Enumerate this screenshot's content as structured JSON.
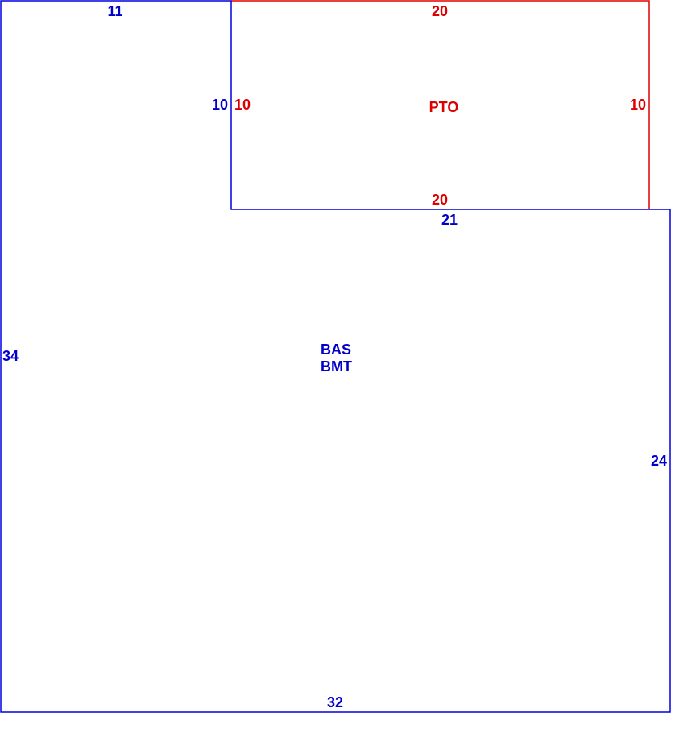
{
  "colors": {
    "bas": "#0000dd",
    "pto": "#dd0000"
  },
  "areas": [
    {
      "code": "BAS",
      "code2": "BMT",
      "dimensions": {
        "top": "11",
        "inner_left": "10",
        "inner_top": "21",
        "right": "24",
        "bottom": "32",
        "left": "34"
      }
    },
    {
      "code": "PTO",
      "dimensions": {
        "top": "20",
        "left": "10",
        "right": "10",
        "bottom": "20"
      }
    }
  ]
}
